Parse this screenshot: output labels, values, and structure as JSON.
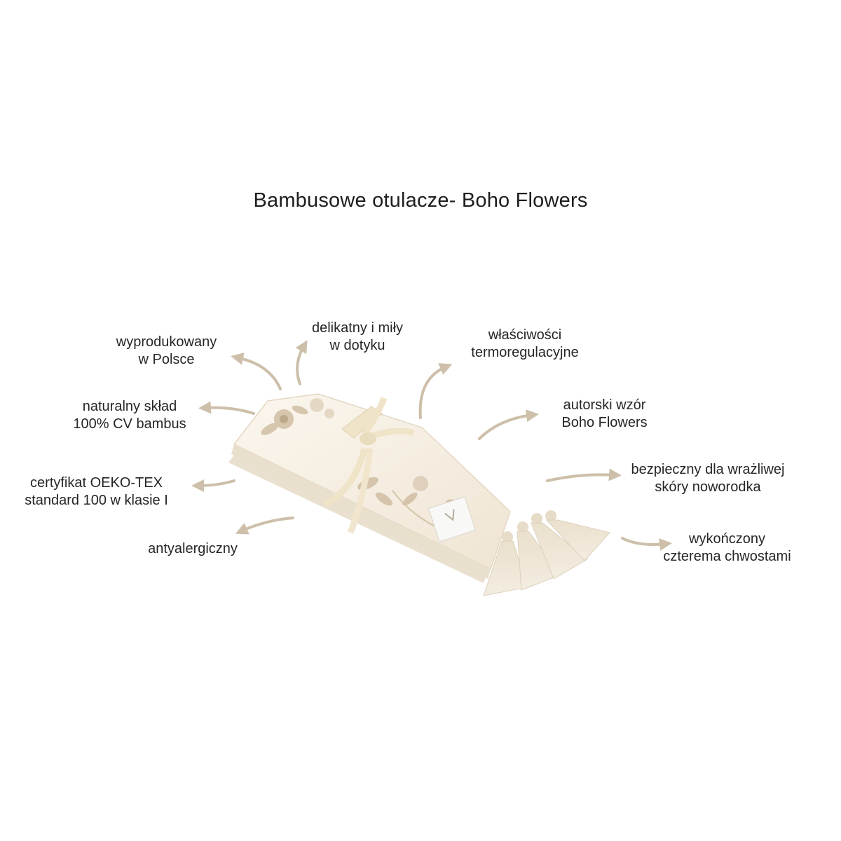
{
  "title": "Bambusowe otulacze- Boho Flowers",
  "features": [
    {
      "id": "made-in-poland",
      "lines": [
        "wyprodukowany",
        "w Polsce"
      ]
    },
    {
      "id": "soft",
      "lines": [
        "delikatny i miły",
        "w dotyku"
      ]
    },
    {
      "id": "thermoregulation",
      "lines": [
        "właściwości",
        "termoregulacyjne"
      ]
    },
    {
      "id": "natural",
      "lines": [
        "naturalny skład",
        "100% CV bambus"
      ]
    },
    {
      "id": "pattern",
      "lines": [
        "autorski wzór",
        "Boho Flowers"
      ]
    },
    {
      "id": "oeko-tex",
      "lines": [
        "certyfikat OEKO-TEX",
        "standard 100 w klasie I"
      ]
    },
    {
      "id": "safe",
      "lines": [
        "bezpieczny dla wrażliwej",
        "skóry noworodka"
      ]
    },
    {
      "id": "antiallergic",
      "lines": [
        "antyalergiczny"
      ]
    },
    {
      "id": "tassels",
      "lines": [
        "wykończony",
        "czterema chwostami"
      ]
    }
  ],
  "colors": {
    "arrow": "#cdbfa9",
    "fabric": "#f6efe3",
    "fabric_shadow": "#e6d9c4",
    "ribbon": "#efe3c8",
    "tassel": "#ece3d2",
    "flower": "#c9b497"
  }
}
